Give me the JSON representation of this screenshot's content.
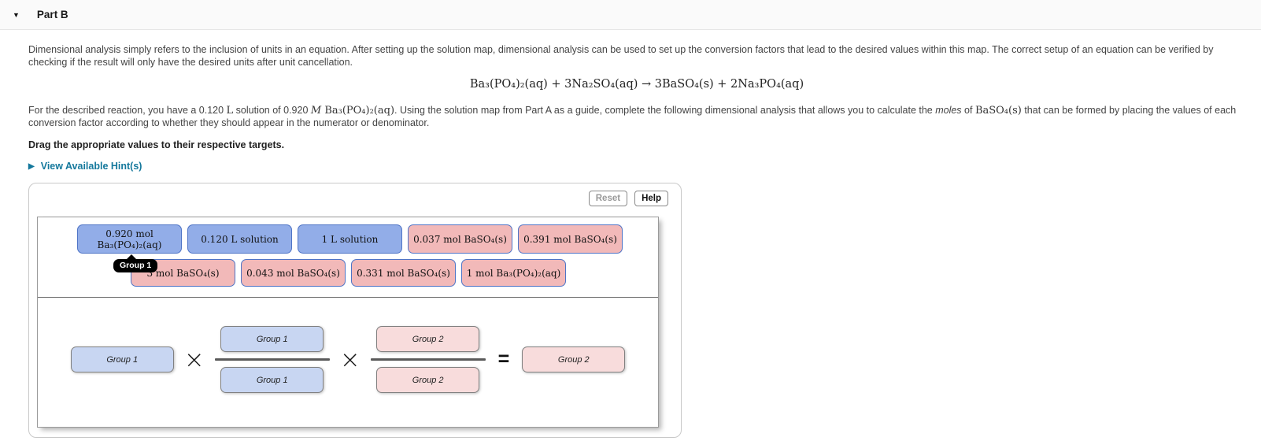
{
  "header": {
    "collapse_icon": "▼",
    "title": "Part B"
  },
  "intro_text": "Dimensional analysis simply refers to the inclusion of units in an equation. After setting up the solution map, dimensional analysis can be used to set up the conversion factors that lead to the desired values within this map. The correct setup of an equation can be verified by checking if the result will only have the desired units after unit cancellation.",
  "reaction_equation": "Ba₃(PO₄)₂(aq)  +  3Na₂SO₄(aq) → 3BaSO₄(s)  +  2Na₃PO₄(aq)",
  "problem": {
    "part1": "For the described reaction, you have a 0.120 ",
    "value1": "L",
    "part2": " solution of 0.920 ",
    "value2": "M",
    "value2b": " Ba₃(PO₄)₂(aq)",
    "part3": ". Using the solution map from Part A as a guide, complete the following dimensional analysis that allows you to calculate the ",
    "italic1": "moles",
    "part4": " of ",
    "value3": "BaSO₄(s)",
    "part5": " that can be formed by placing the values of each conversion factor according to whether they should appear in the numerator or denominator."
  },
  "instruction": "Drag the appropriate values to their respective targets.",
  "hints": {
    "icon": "▶",
    "label": "View Available Hint(s)"
  },
  "toolbar": {
    "reset_label": "Reset",
    "help_label": "Help"
  },
  "bank": {
    "tooltip": "Group 1",
    "row1": [
      {
        "line1": "0.920 mol",
        "line2": "Ba₃(PO₄)₂(aq)",
        "type": "blue"
      },
      {
        "line1": "0.120 L solution",
        "type": "blue"
      },
      {
        "line1": "1 L solution",
        "type": "blue"
      },
      {
        "line1": "0.037 mol BaSO₄(s)",
        "type": "pink"
      },
      {
        "line1": "0.391 mol BaSO₄(s)",
        "type": "pink"
      }
    ],
    "row2": [
      {
        "line1": "3 mol BaSO₄(s)",
        "type": "pink"
      },
      {
        "line1": "0.043 mol BaSO₄(s)",
        "type": "pink"
      },
      {
        "line1": "0.331 mol BaSO₄(s)",
        "type": "pink"
      },
      {
        "line1": "1 mol Ba₃(PO₄)₂(aq)",
        "type": "pink"
      }
    ]
  },
  "equation_template": {
    "operand": "Group 1",
    "frac1_num": "Group 1",
    "frac1_den": "Group 1",
    "frac2_num": "Group 2",
    "frac2_den": "Group 2",
    "result": "Group 2",
    "times": "×",
    "equals": "="
  },
  "colors": {
    "accent_teal": "#14789c",
    "chip_blue": "#92ade8",
    "chip_pink": "#f2b9b9",
    "chip_border": "#4f74c6",
    "target_blue": "#c8d6f2",
    "target_pink": "#f8dcdc",
    "submit_teal": "#1581a2"
  }
}
